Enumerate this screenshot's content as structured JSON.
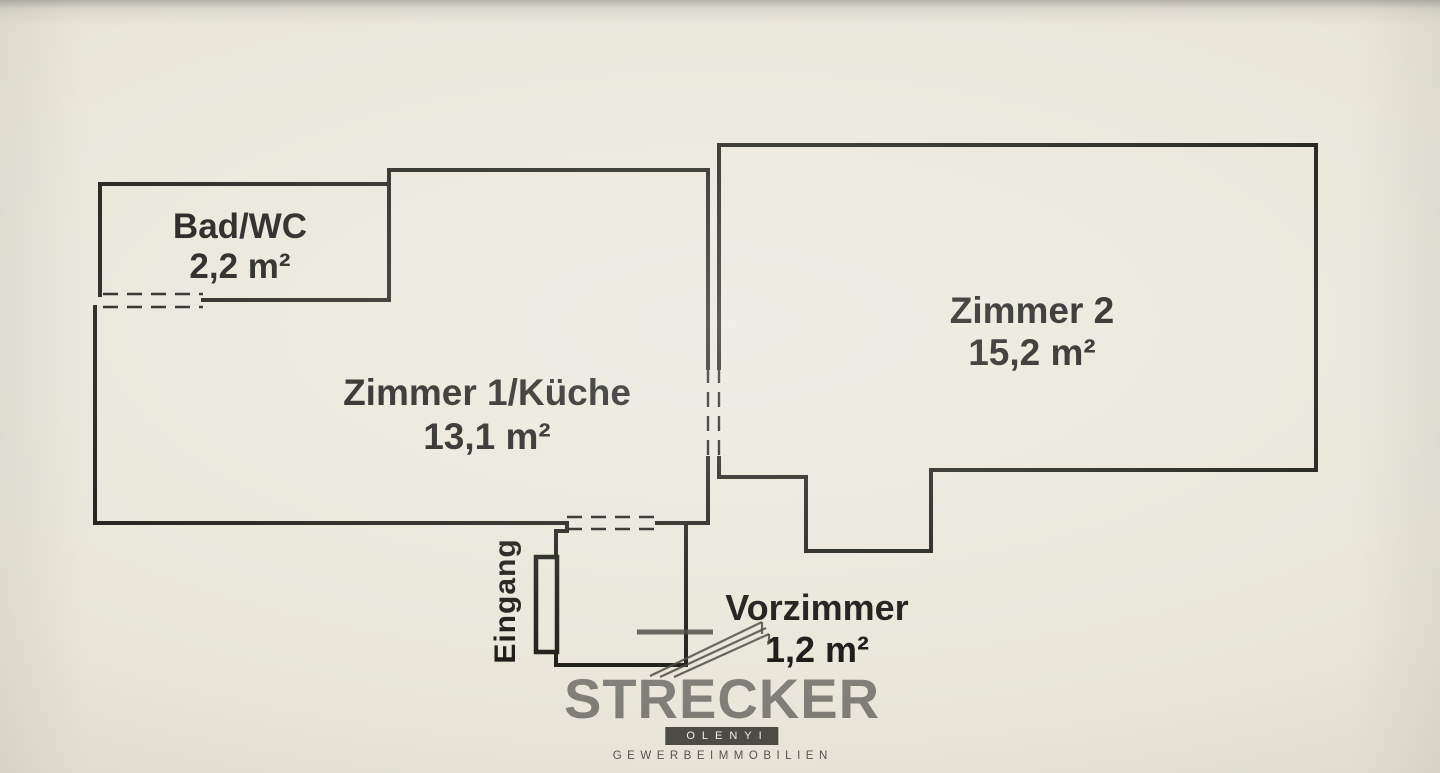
{
  "plan": {
    "rooms": [
      {
        "name": "Bad/WC",
        "area": "2,2 m²"
      },
      {
        "name": "Zimmer 1/Küche",
        "area": "13,1 m²"
      },
      {
        "name": "Zimmer 2",
        "area": "15,2 m²"
      },
      {
        "name": "Vorzimmer",
        "area": "1,2 m²"
      }
    ],
    "entrance_label": "Eingang"
  },
  "logo": {
    "name": "STRECKER",
    "subtitle": "OLENYI",
    "tagline": "GEWERBEIMMOBILIEN"
  },
  "colors": {
    "background": "#e9e6d9",
    "wall_line": "#191914",
    "logo_gray": "#62615b",
    "logo_bar": "#4d4c44"
  }
}
